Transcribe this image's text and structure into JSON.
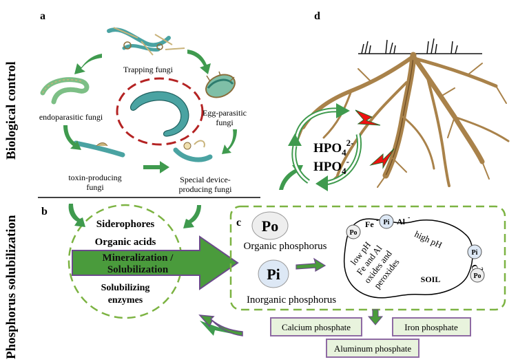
{
  "panels": {
    "a": "a",
    "b": "b",
    "c": "c",
    "d": "d"
  },
  "side_labels": {
    "biological_control": "Biological control",
    "phosphorus_solubilization": "Phosphorus solubilization"
  },
  "fungi": {
    "trapping": "Trapping fungi",
    "egg_parasitic_1": "Egg-parasitic",
    "egg_parasitic_2": "fungi",
    "endoparasitic": "endoparasitic fungi",
    "toxin_1": "toxin-producing",
    "toxin_2": "fungi",
    "special_1": "Special device-",
    "special_2": "producing fungi"
  },
  "mechanisms": {
    "siderophores": "Siderophores",
    "organic_acids": "Organic acids",
    "mineralization_1": "Mineralization /",
    "mineralization_2": "Solubilization",
    "enzymes_1": "Solubilizing",
    "enzymes_2": "enzymes"
  },
  "phosphorus": {
    "po": "Po",
    "organic": "Organic phosphorus",
    "pi": "Pi",
    "inorganic": "Inorganic phosphorus"
  },
  "soil": {
    "low_ph": "low pH",
    "fe_al": "Fe and Al",
    "oxides_and": "oxides and",
    "peroxides": "peroxides",
    "high_ph": "high pH",
    "soil_label": "SOIL",
    "fe": "Fe",
    "al": "Al",
    "ca": "Ca",
    "fe_sup": "-",
    "al_sup": "-",
    "ca_sup": "2+",
    "pi_small": "Pi",
    "po_small": "Po"
  },
  "ions": {
    "hpo4_base": "HPO",
    "sub": "4",
    "charge_2": "2-",
    "charge_1": "-"
  },
  "products": {
    "calcium": "Calcium phosphate",
    "iron": "Iron phosphate",
    "aluminum": "Aluminum phosphate"
  },
  "colors": {
    "arrow_green": "#3f9a4e",
    "dash_green": "#7cb342",
    "box_border": "#8e6aa3",
    "box_fill": "#e8f3dd",
    "red_dash": "#b42323",
    "root": "#a9824a",
    "worm": "#4aa3a2"
  }
}
